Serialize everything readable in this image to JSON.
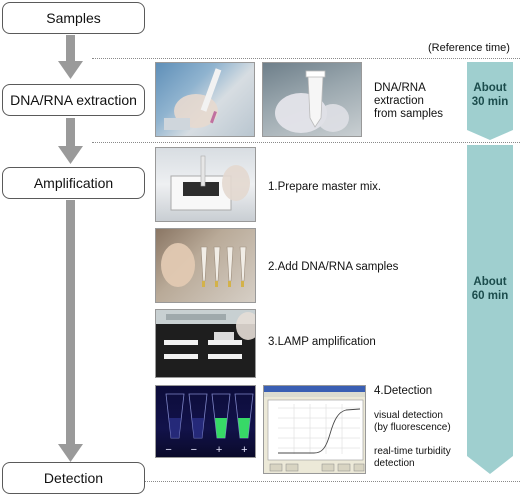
{
  "stages": {
    "samples": "Samples",
    "extraction": "DNA/RNA extraction",
    "amplification": "Amplification",
    "detection": "Detection"
  },
  "reference_time": "(Reference time)",
  "extraction_note": {
    "line1": "DNA/RNA",
    "line2": "extraction",
    "line3": "from samples"
  },
  "time_blocks": {
    "extraction": {
      "line1": "About",
      "line2": "30 min"
    },
    "amplification": {
      "line1": "About",
      "line2": "60 min"
    }
  },
  "steps": {
    "step1": "1.Prepare master mix.",
    "step2": "2.Add DNA/RNA samples",
    "step3": "3.LAMP amplification",
    "step4": "4.Detection"
  },
  "detection_notes": {
    "visual_line1": "visual detection",
    "visual_line2": "(by fluorescence)",
    "turbidity_line1": "real-time turbidity",
    "turbidity_line2": "detection"
  },
  "tube_signs": [
    "−",
    "−",
    "+",
    "+"
  ],
  "colors": {
    "arrow": "#9a9a9a",
    "time_bar": "#9fcfcf",
    "time_text": "#1b4c4c",
    "fluorescence": "#3cf06a"
  }
}
